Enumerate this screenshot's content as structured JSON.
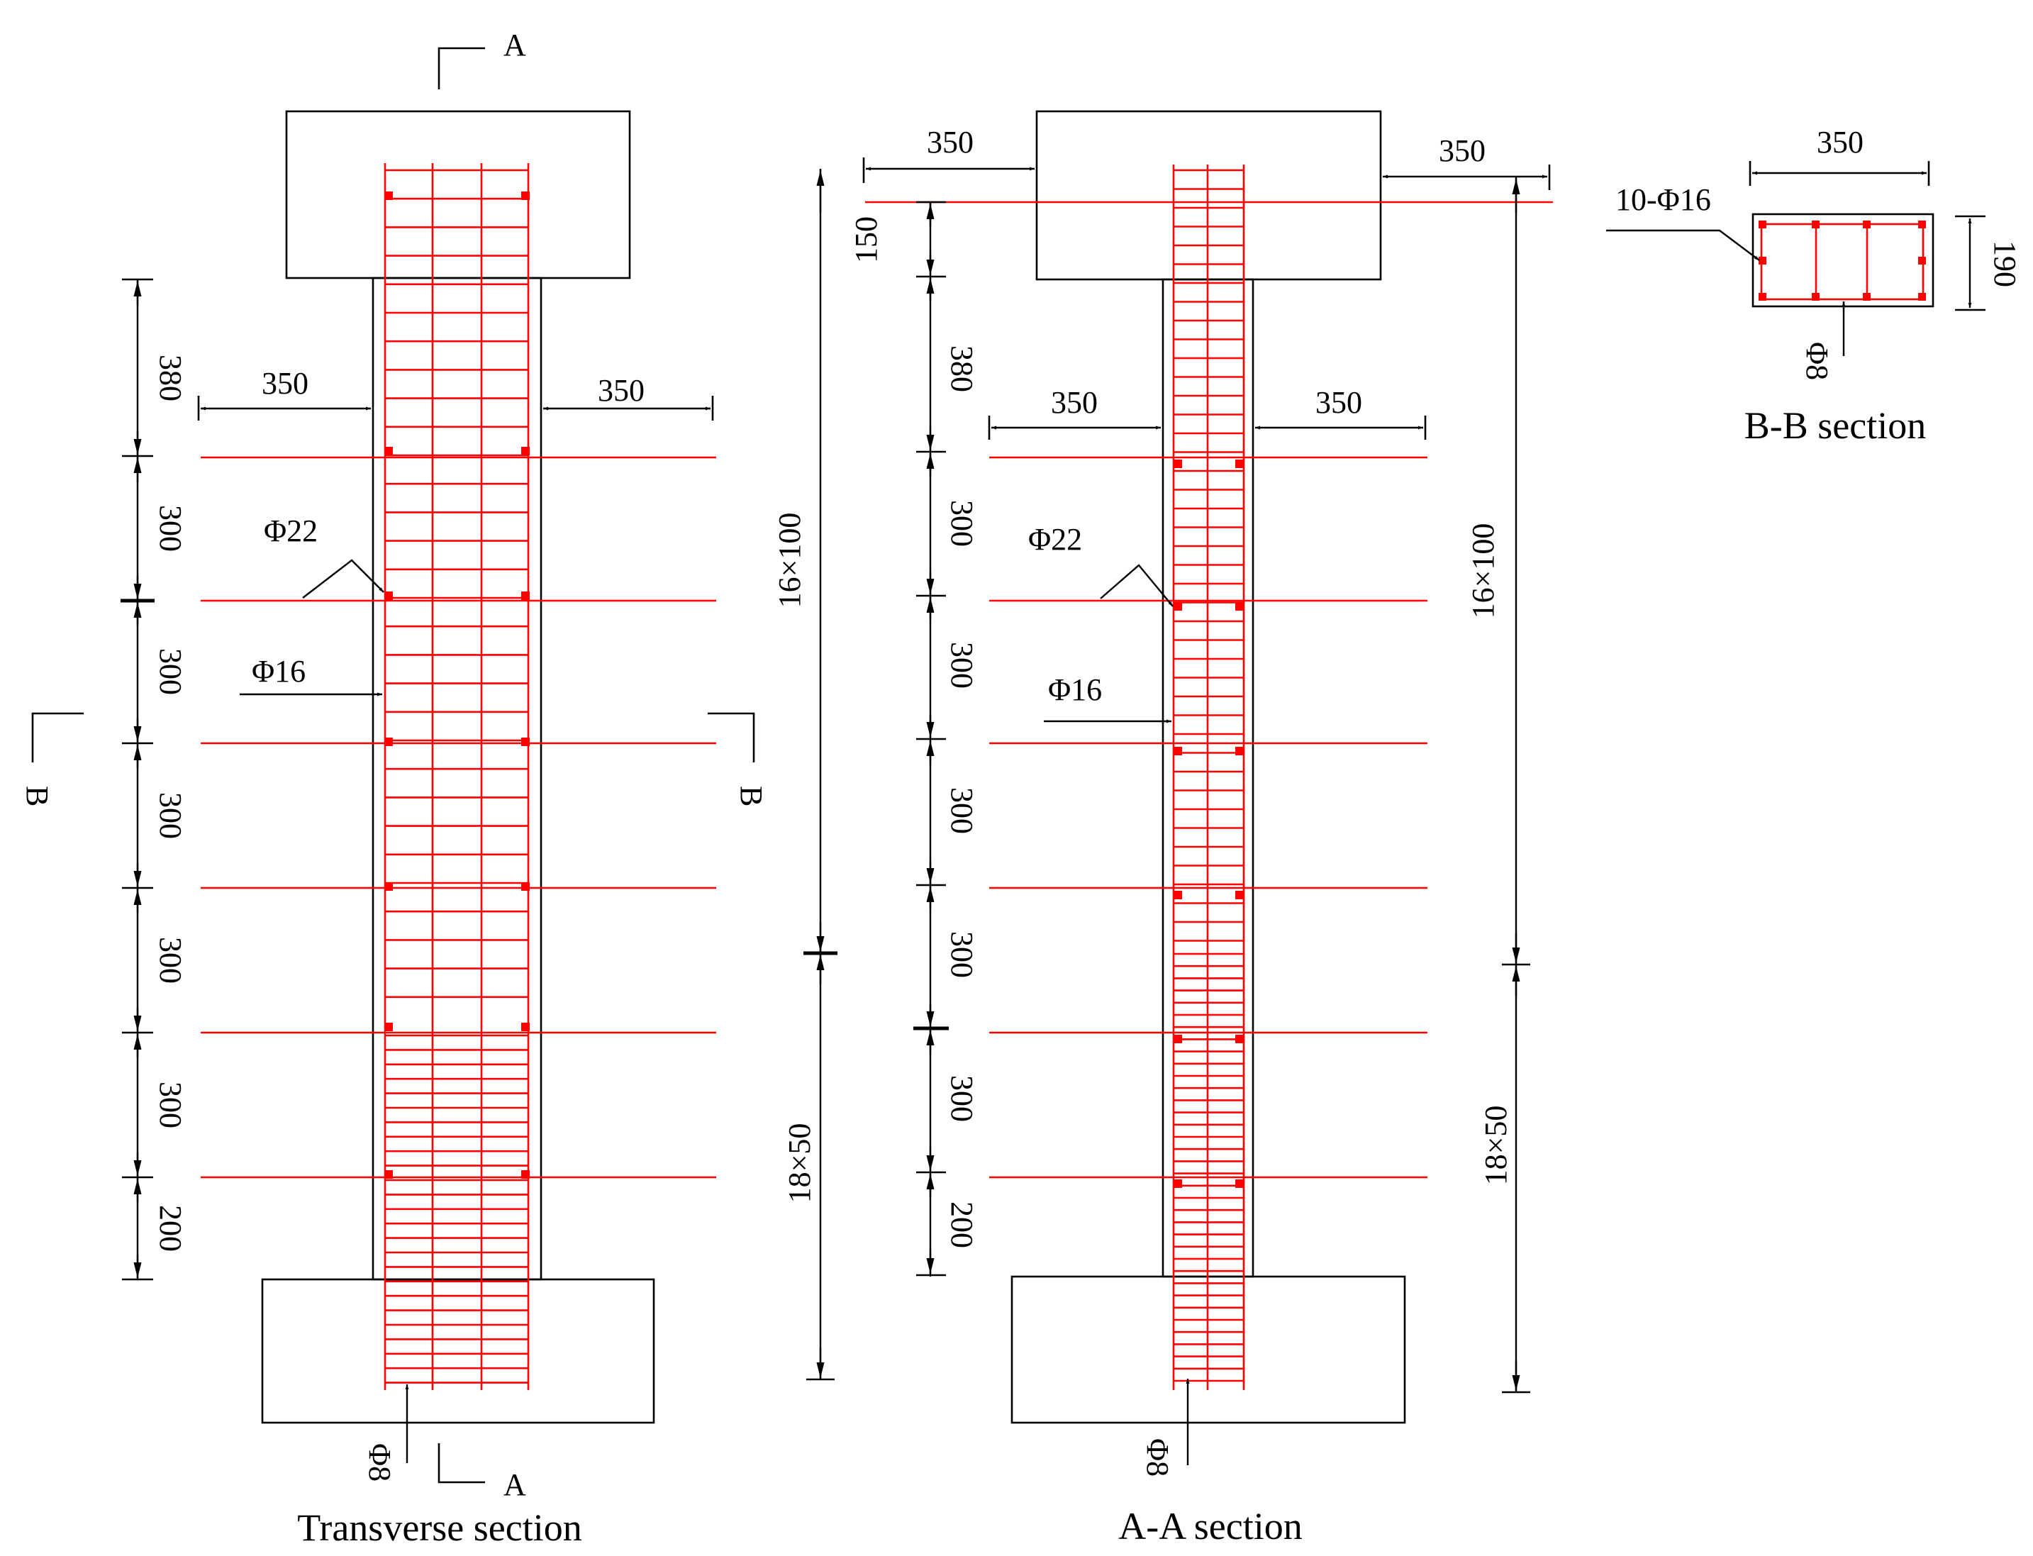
{
  "captions": {
    "transverse": "Transverse  section",
    "aa": "A-A section",
    "bb": "B-B section"
  },
  "cut_marks": {
    "a": "A",
    "b": "B"
  },
  "bar_labels": {
    "phi22": "Φ22",
    "phi16": "Φ16",
    "phi8": "Φ8",
    "ten_phi16": "10-Φ16"
  },
  "dimensions": {
    "width_350": "350",
    "depth_190": "190",
    "top_150": "150",
    "seg_380": "380",
    "seg_300": "300",
    "seg_200": "200",
    "stirrup_dense": "16×100",
    "stirrup_fine": "18×50"
  },
  "colors": {
    "rebar": "#ff0000",
    "outline": "#000000"
  }
}
